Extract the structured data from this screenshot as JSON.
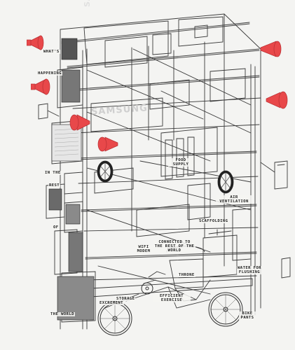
{
  "labels": {
    "whats": "WHAT'S",
    "happening": "HAPPENING",
    "in_the": "IN THE",
    "rest": "REST",
    "of": "OF",
    "the_world": "THE WORLD",
    "excrement": "EXCREMENT",
    "storage": "STORAGE",
    "efficient_exercise": "EFFICIENT EXERCISE",
    "food_supply": "FOOD SUPPLY",
    "air_ventilation": "AIR VENTILATION",
    "scaffolding": "SCAFFOLDING",
    "wifi_modem": "WIFI MODEM",
    "connected": "CONNECTED TO THE REST OF THE WORLD",
    "throne": "THRONE",
    "water_for_flushing": "WATER FOR FLUSHING",
    "bike_pants": "BIKE PANTS"
  },
  "brand": {
    "screen_text_1": "SAMSUNG",
    "screen_text_2": "SAMSUNG"
  },
  "colors": {
    "megaphone": "#e8484a",
    "megaphone_dark": "#b82f33",
    "line": "#333333",
    "background": "#f4f4f2"
  },
  "icons": {
    "megaphone": "megaphone-icon",
    "fan": "fan-icon",
    "wheel": "wheel-icon",
    "toilet": "toilet-icon",
    "water_tank": "water-tank-icon"
  }
}
